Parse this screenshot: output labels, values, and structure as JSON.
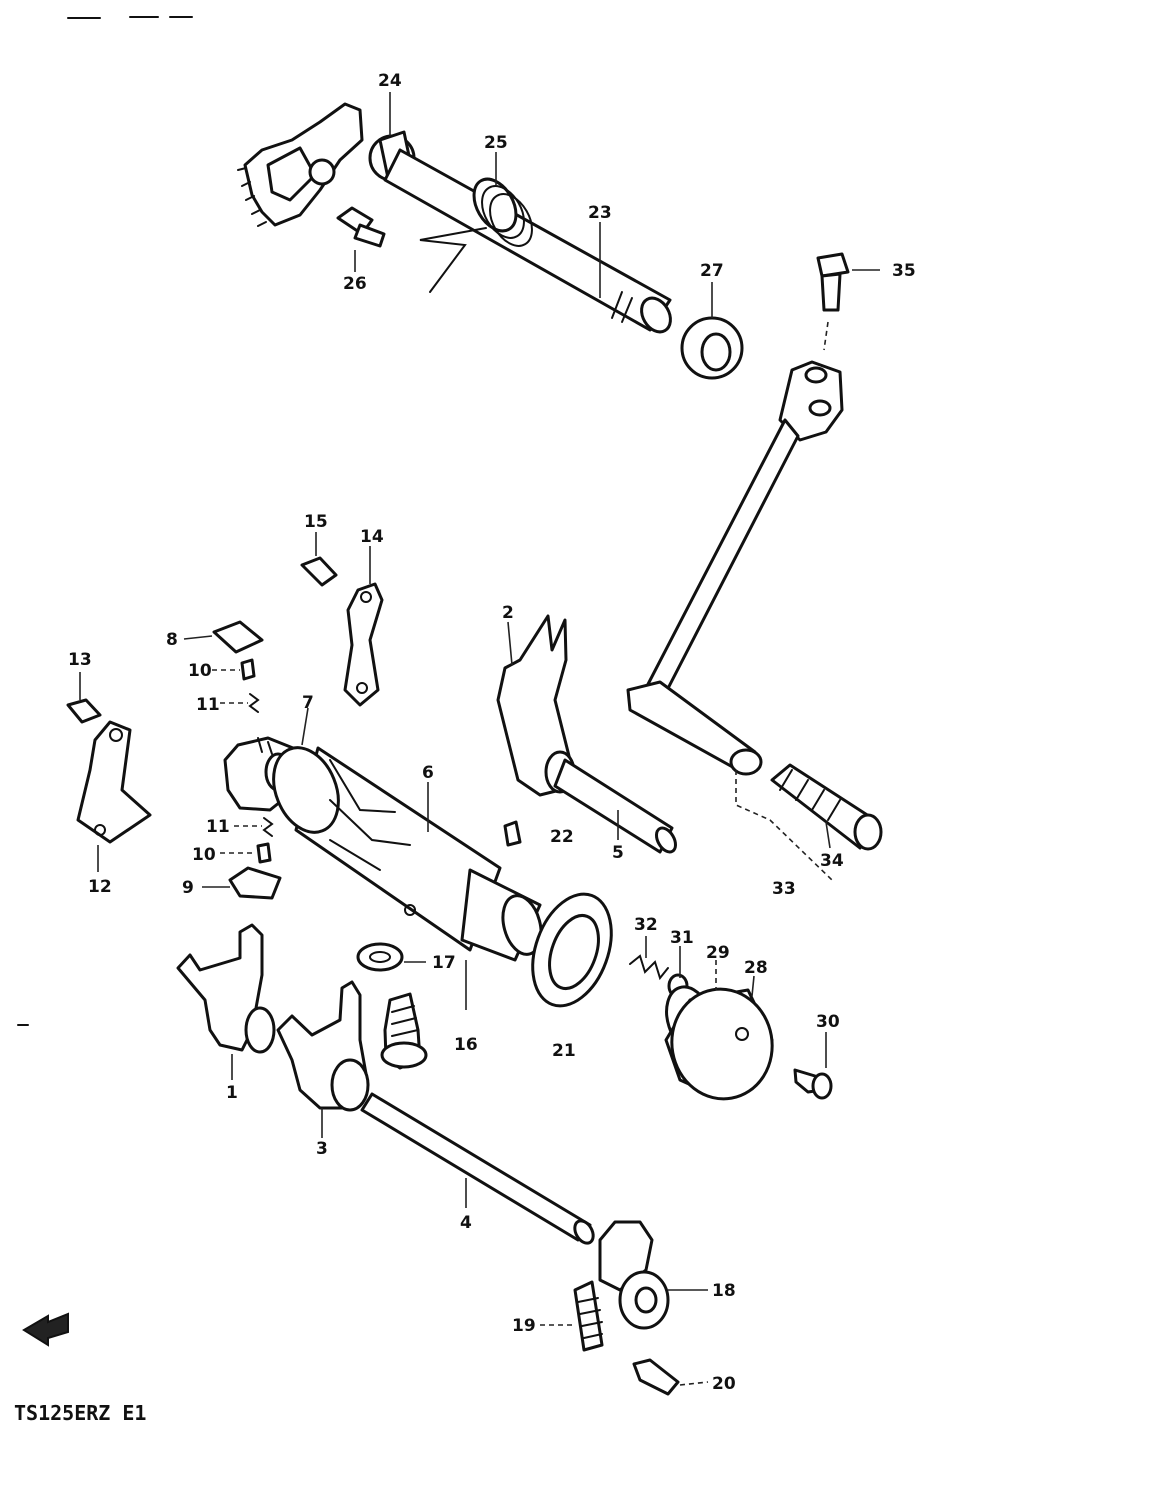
{
  "diagram": {
    "model_code": "TS125ERZ E1",
    "part_numbers": {
      "p1": "1",
      "p2": "2",
      "p3": "3",
      "p4": "4",
      "p5": "5",
      "p6": "6",
      "p7": "7",
      "p8": "8",
      "p9": "9",
      "p10a": "10",
      "p10b": "10",
      "p11a": "11",
      "p11b": "11",
      "p12": "12",
      "p13": "13",
      "p14": "14",
      "p15": "15",
      "p16": "16",
      "p17": "17",
      "p18": "18",
      "p19": "19",
      "p20": "20",
      "p21": "21",
      "p22": "22",
      "p23": "23",
      "p24": "24",
      "p25": "25",
      "p26": "26",
      "p27": "27",
      "p28": "28",
      "p29": "29",
      "p30": "30",
      "p31": "31",
      "p32": "32",
      "p33": "33",
      "p34": "34",
      "p35": "35"
    },
    "front_arrow_icon": "arrow-left-icon"
  }
}
